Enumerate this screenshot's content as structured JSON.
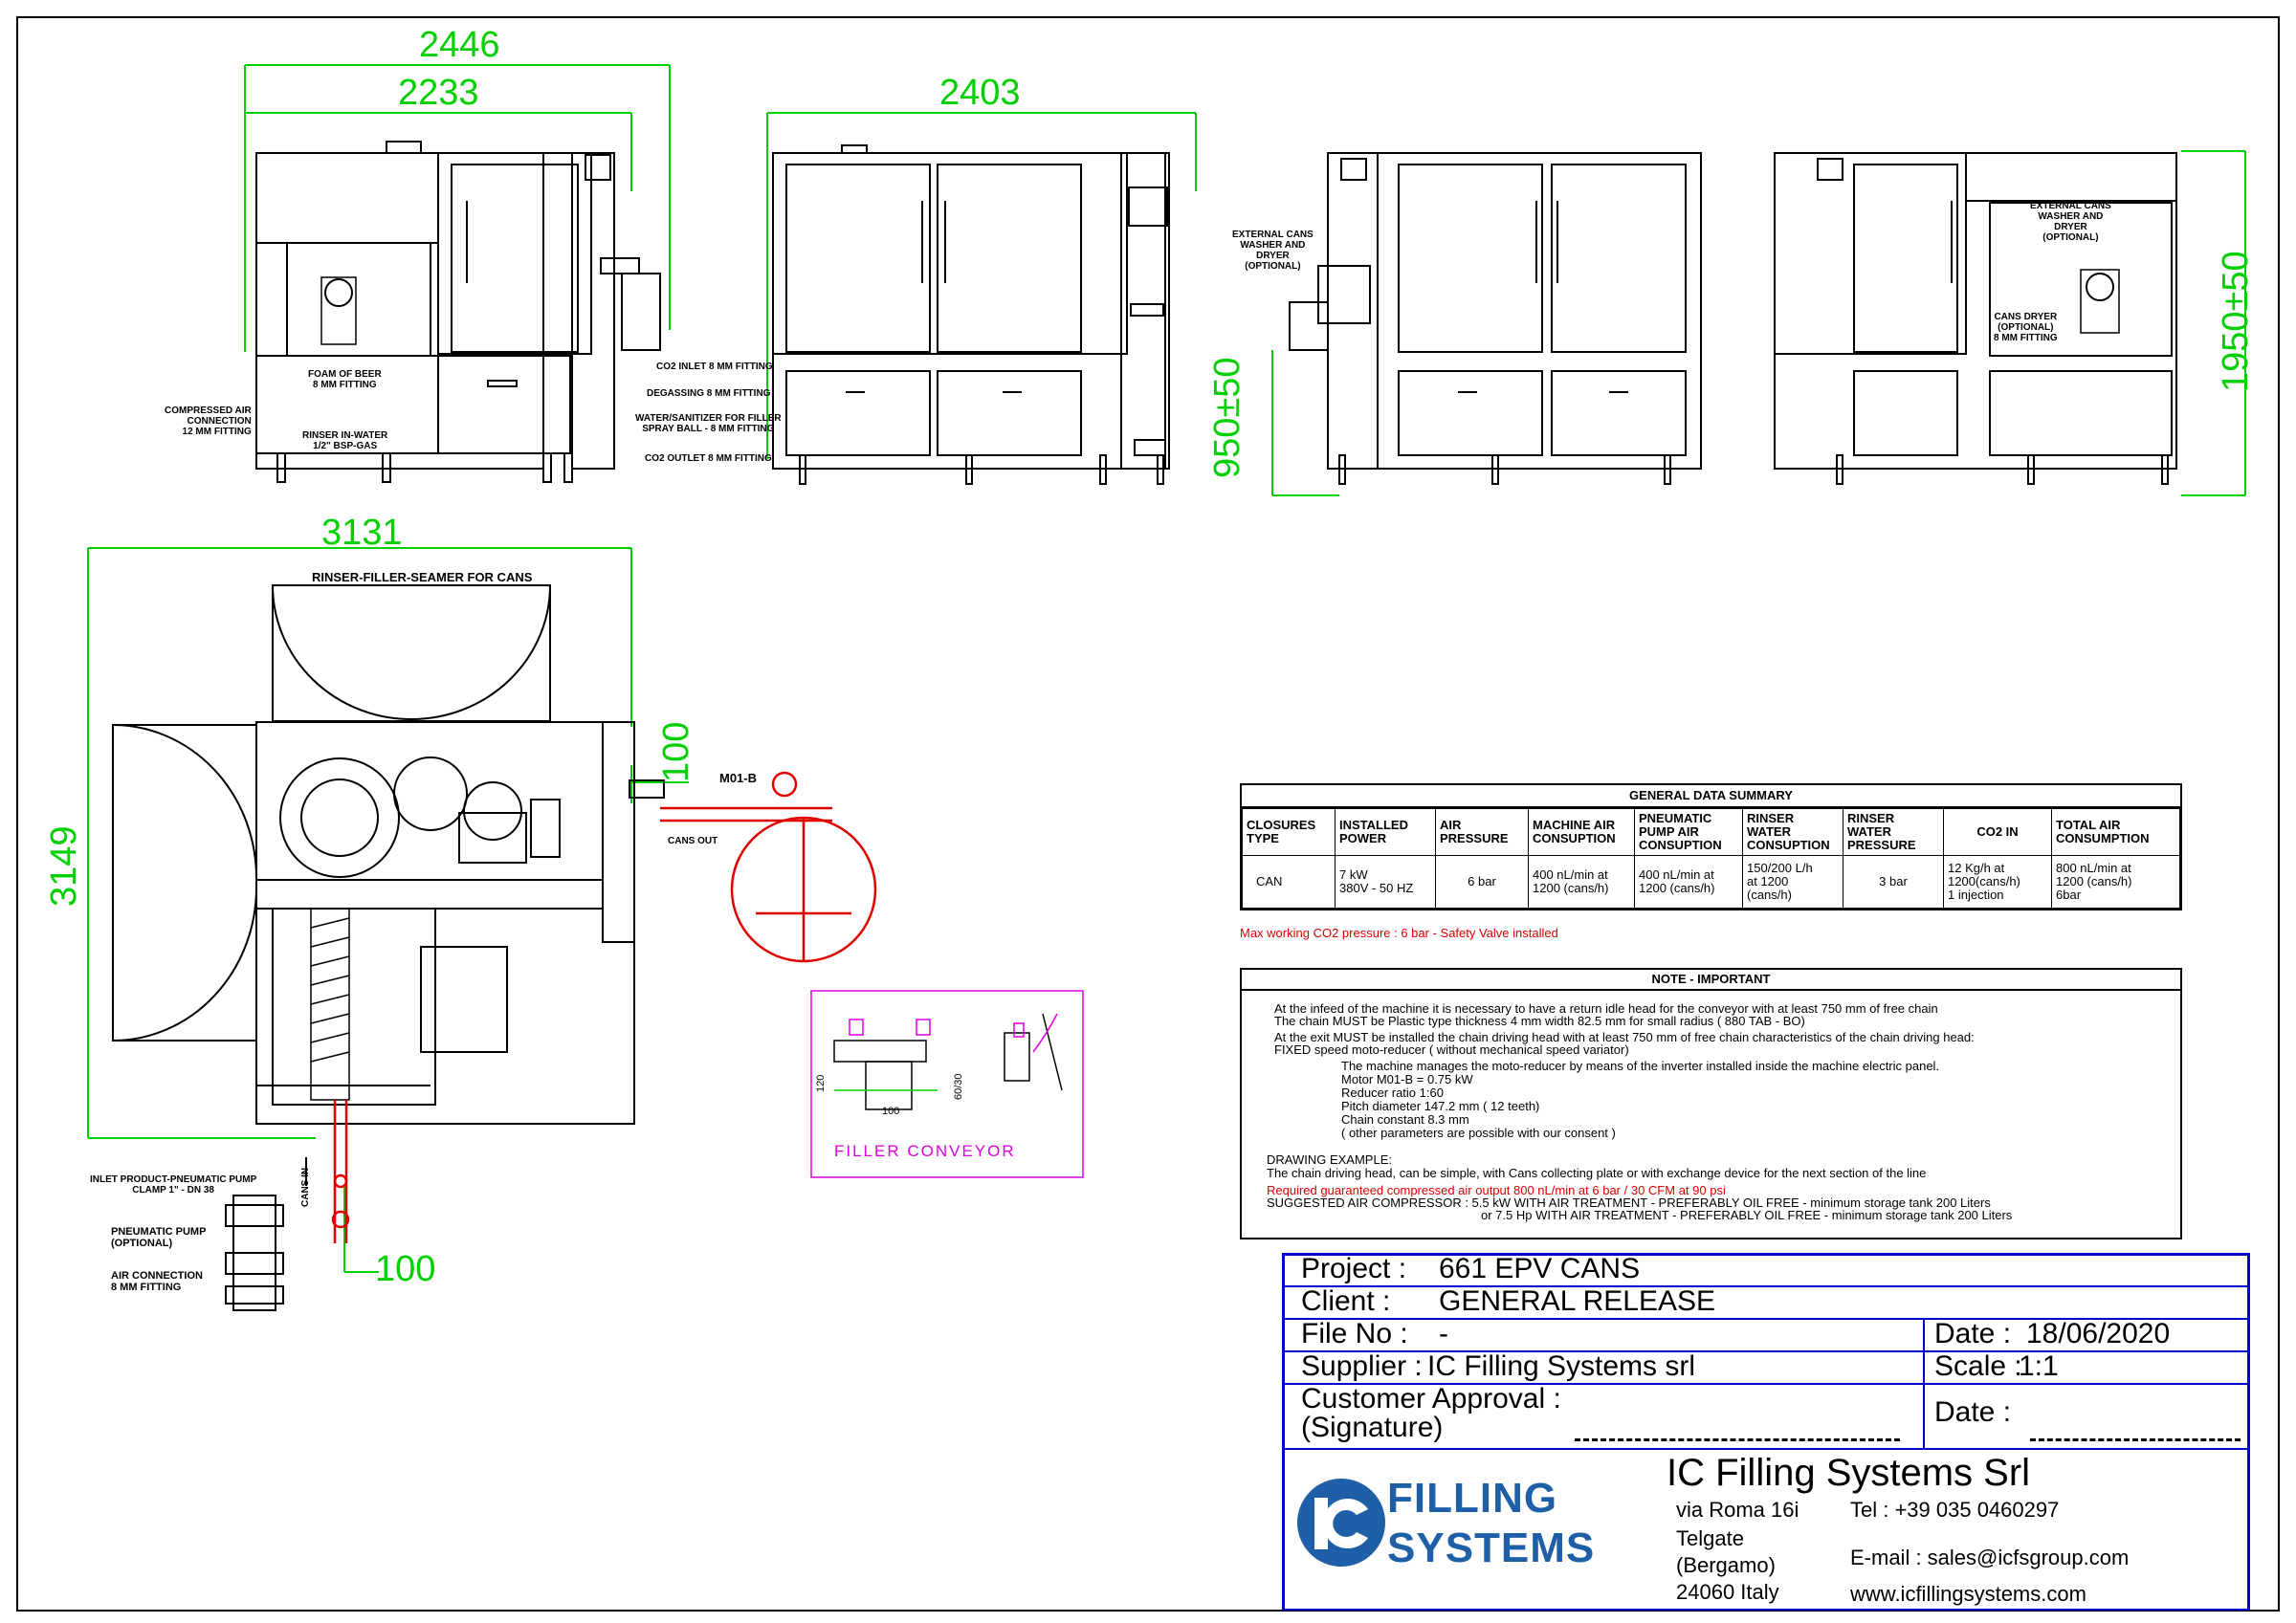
{
  "dimensions": {
    "top_width_outer": "2446",
    "top_width_inner": "2233",
    "side_width": "2403",
    "conveyor_height": "950±50",
    "total_height": "1950±50",
    "plan_width": "3131",
    "plan_depth": "3149",
    "outlet_offset": "100",
    "inlet_offset": "100",
    "filler_conveyor_a": "120",
    "filler_conveyor_b": "100",
    "filler_conveyor_c": "60/30"
  },
  "annotations": {
    "foam_of_beer": "FOAM OF BEER\n8 MM FITTING",
    "compressed_air": "COMPRESSED AIR\nCONNECTION\n12 MM FITTING",
    "rinser_in_water": "RINSER IN-WATER\n1/2\" BSP-GAS",
    "co2_inlet": "CO2 INLET 8 MM FITTING",
    "degassing": "DEGASSING 8 MM FITTING",
    "water_sanitizer": "WATER/SANITIZER FOR FILLER\nSPRAY BALL - 8 MM FITTING",
    "co2_outlet": "CO2 OUTLET 8 MM FITTING",
    "external_washer_left": "EXTERNAL CANS\nWASHER AND\nDRYER\n(OPTIONAL)",
    "external_washer_right": "EXTERNAL CANS\nWASHER AND\nDRYER\n(OPTIONAL)",
    "cans_dryer": "CANS DRYER\n(OPTIONAL)\n8 MM FITTING",
    "plan_title": "RINSER-FILLER-SEAMER FOR CANS",
    "motor": "M01-B",
    "cans_out": "CANS OUT",
    "cans_in": "CANS IN",
    "inlet_product": "INLET PRODUCT-PNEUMATIC PUMP\nCLAMP 1\" - DN 38",
    "pneumatic_pump": "PNEUMATIC PUMP\n(OPTIONAL)",
    "air_connection": "AIR CONNECTION\n8 MM FITTING",
    "filler_conveyor": "FILLER CONVEYOR"
  },
  "general_data": {
    "title": "GENERAL DATA SUMMARY",
    "headers": [
      "CLOSURES TYPE",
      "INSTALLED POWER",
      "AIR PRESSURE",
      "MACHINE AIR CONSUPTION",
      "PNEUMATIC PUMP AIR CONSUPTION",
      "RINSER WATER CONSUPTION",
      "RINSER WATER PRESSURE",
      "CO2 IN",
      "TOTAL AIR CONSUMPTION"
    ],
    "row": [
      "CAN",
      "7 kW\n380V - 50 HZ",
      "6 bar",
      "400 nL/min at\n1200 (cans/h)",
      "400 nL/min at\n1200 (cans/h)",
      "150/200 L/h\nat 1200\n(cans/h)",
      "3 bar",
      "12 Kg/h at\n1200(cans/h)\n1 injection",
      "800 nL/min at\n1200 (cans/h)\n6bar"
    ],
    "warning": "Max working CO2 pressure : 6 bar - Safety Valve installed"
  },
  "note": {
    "title": "NOTE - IMPORTANT",
    "lines": [
      "At the infeed of the machine it is necessary to have a return idle head for the conveyor with at least 750 mm of free chain",
      "The chain MUST be Plastic type thickness 4 mm width 82.5 mm for small radius ( 880 TAB - BO)",
      "At the exit MUST be installed the chain driving head with at least 750 mm of free chain characteristics of the chain driving head:",
      "FIXED speed moto-reducer ( without mechanical speed variator)",
      "The machine manages the moto-reducer by means of the inverter installed inside the machine electric panel.",
      "Motor M01-B = 0.75 kW",
      "Reducer ratio 1:60",
      "Pitch diameter 147.2 mm ( 12 teeth)",
      "Chain constant 8.3 mm",
      "( other parameters are possible with our consent )",
      "DRAWING EXAMPLE:",
      "The chain driving head, can be simple, with Cans collecting plate or with exchange device for the next section of the line",
      "Required guaranteed compressed air output 800 nL/min at 6 bar / 30 CFM at 90 psi",
      "SUGGESTED AIR COMPRESSOR : 5.5 kW WITH AIR TREATMENT - PREFERABLY OIL FREE - minimum storage tank 200 Liters",
      "or 7.5 Hp WITH AIR TREATMENT - PREFERABLY OIL FREE - minimum storage tank 200 Liters"
    ]
  },
  "title_block": {
    "project_label": "Project :",
    "project": "661 EPV CANS",
    "client_label": "Client :",
    "client": "GENERAL RELEASE",
    "file_label": "File No :",
    "file": "-",
    "date_label": "Date :",
    "date": "18/06/2020",
    "supplier_label": "Supplier :",
    "supplier": "IC Filling Systems srl",
    "scale_label": "Scale :",
    "scale": "1:1",
    "approval_label": "Customer Approval :",
    "signature_label": "(Signature)",
    "approval_date_label": "Date :"
  },
  "company": {
    "name": "IC Filling Systems Srl",
    "logo_line1": "FILLING",
    "logo_line2": "SYSTEMS",
    "street": "via Roma 16i",
    "city": "Telgate",
    "province": "(Bergamo)",
    "zip": "24060 Italy",
    "tel": "Tel : +39 035 0460297",
    "email": "E-mail : sales@icfsgroup.com",
    "web": "www.icfillingsystems.com"
  },
  "colors": {
    "dimension": "#00d000",
    "conveyor": "#e00000",
    "title_block": "#0000cc",
    "frame": "#000000",
    "inset": "#e000e0"
  }
}
